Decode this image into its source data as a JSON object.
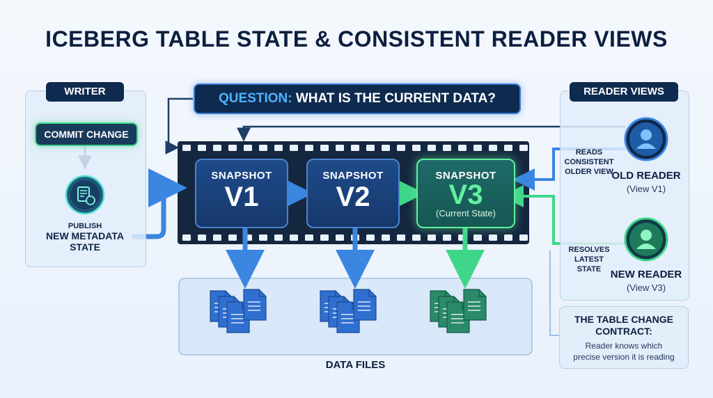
{
  "title": "ICEBERG TABLE STATE & CONSISTENT READER VIEWS",
  "question": {
    "prefix": "QUESTION:",
    "text": "WHAT IS THE CURRENT DATA?"
  },
  "writer": {
    "label": "WRITER",
    "commit": "COMMIT CHANGE",
    "publish_small": "PUBLISH",
    "publish_big_1": "NEW METADATA",
    "publish_big_2": "STATE"
  },
  "snapshots": [
    {
      "label": "SNAPSHOT",
      "version": "V1",
      "note": ""
    },
    {
      "label": "SNAPSHOT",
      "version": "V2",
      "note": ""
    },
    {
      "label": "SNAPSHOT",
      "version": "V3",
      "note": "(Current State)"
    }
  ],
  "data_files_label": "DATA FILES",
  "reader_views": {
    "label": "READER VIEWS",
    "old": {
      "action_1": "READS",
      "action_2": "CONSISTENT",
      "action_3": "OLDER VIEW",
      "name": "OLD READER",
      "view": "(View V1)"
    },
    "new": {
      "action_1": "RESOLVES",
      "action_2": "LATEST",
      "action_3": "STATE",
      "name": "NEW READER",
      "view": "(View V3)"
    }
  },
  "contract": {
    "title_1": "THE TABLE CHANGE",
    "title_2": "CONTRACT:",
    "text_1": "Reader knows which",
    "text_2": "precise version it is reading"
  },
  "colors": {
    "blue": "#3a86e0",
    "green": "#3fd68a",
    "navy": "#0e2a4e"
  }
}
